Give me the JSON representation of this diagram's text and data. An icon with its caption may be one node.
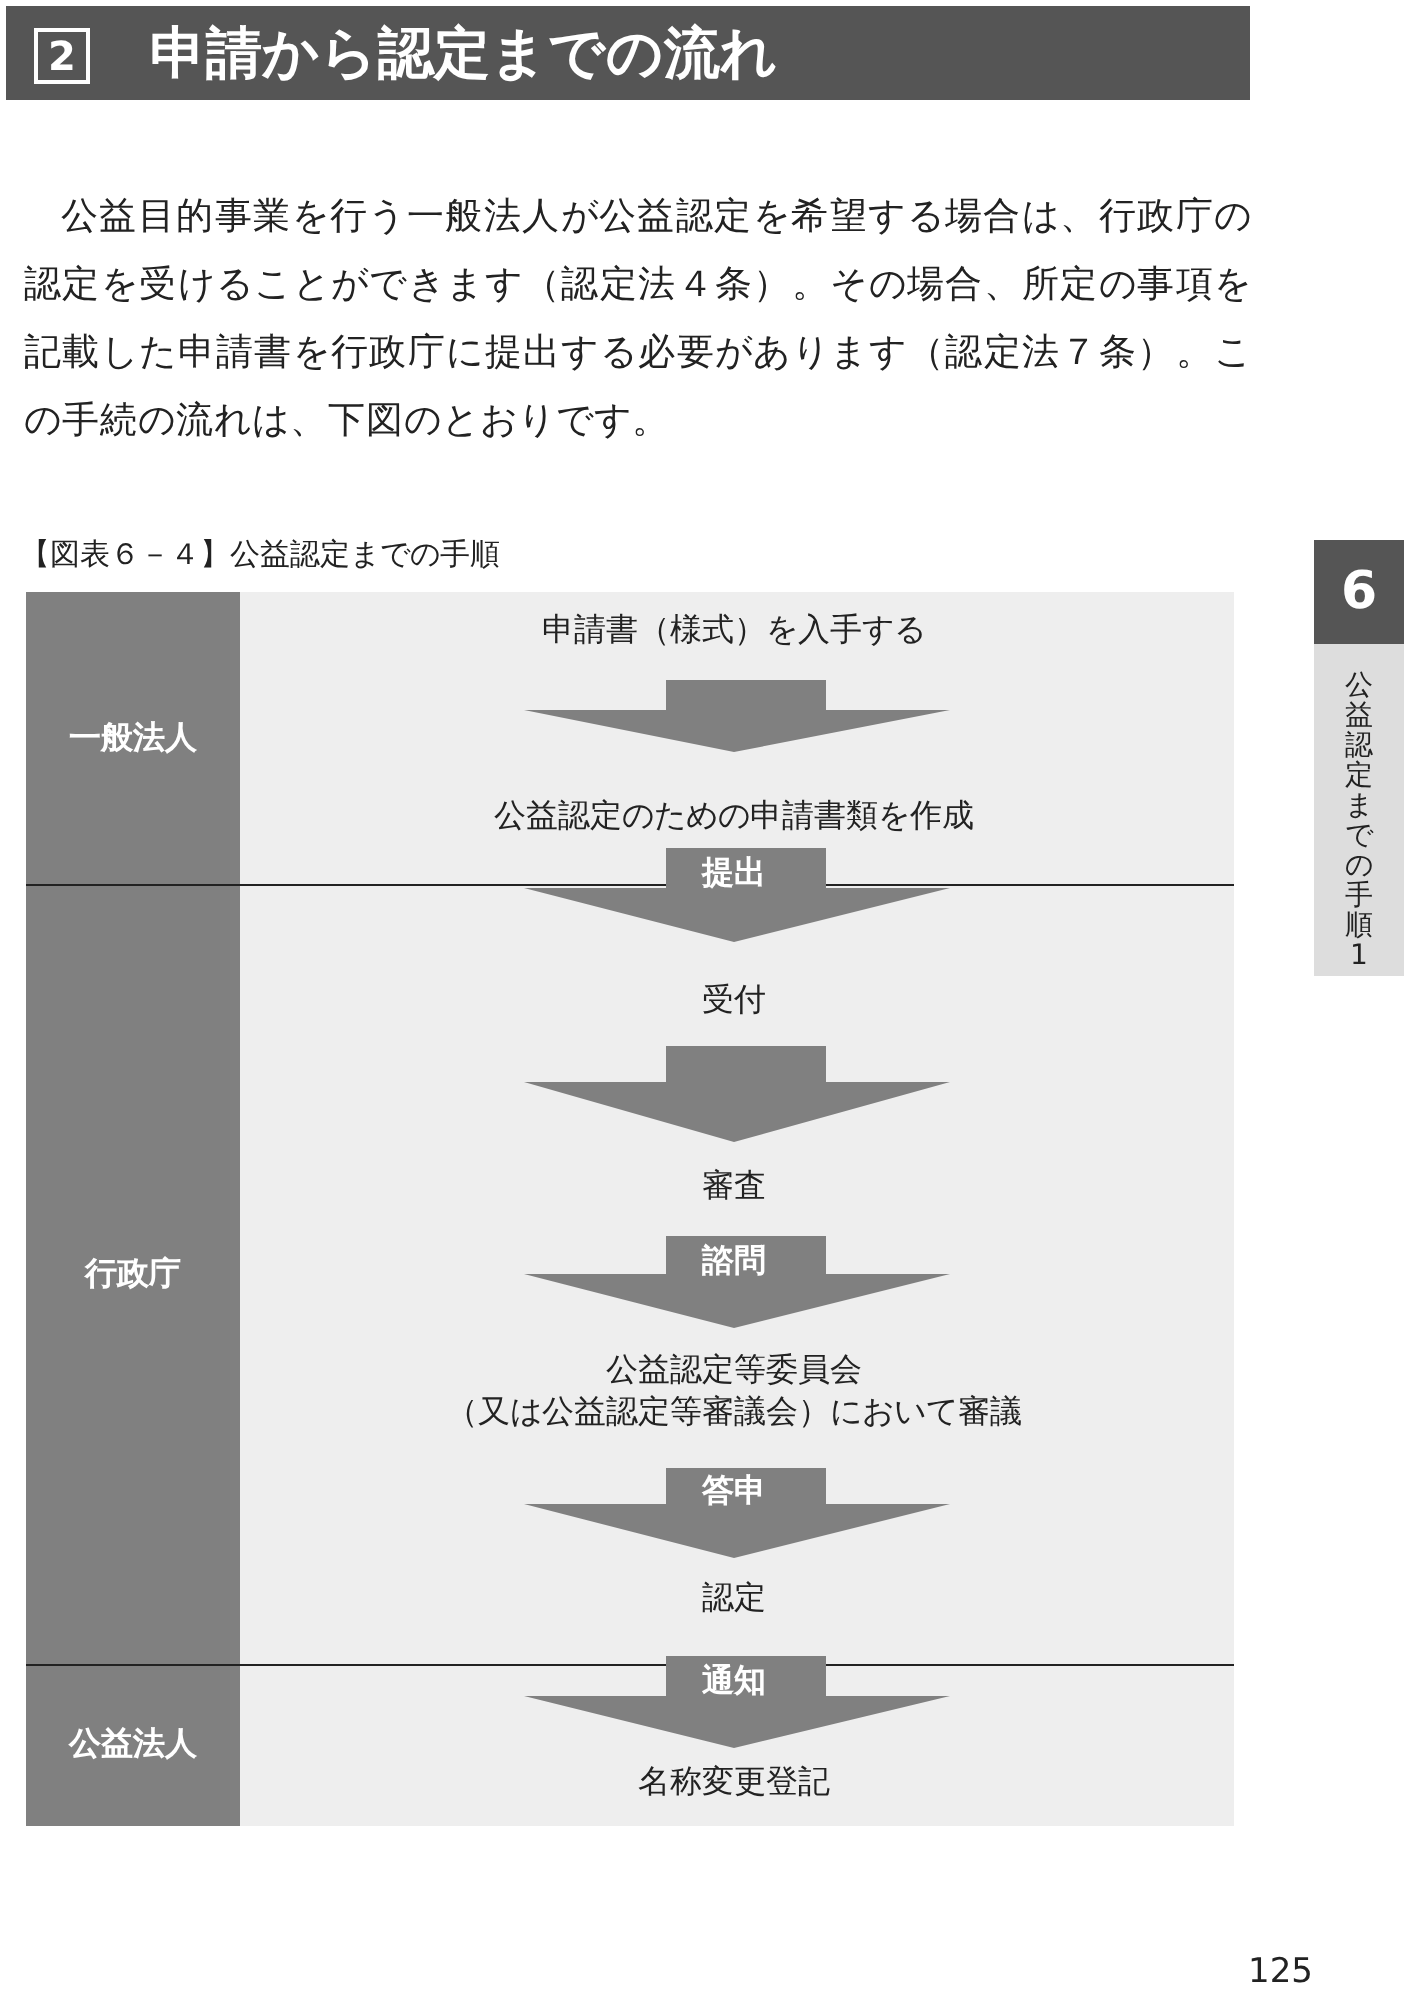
{
  "diagram": {
    "title": "申請から認定までの流れ",
    "nodes": [
      {
        "text": [
          "一般法人"
        ]
      },
      {
        "text": [
          "行政庁"
        ]
      },
      {
        "text": [
          "公益法人"
        ]
      },
      {
        "text": [
          "申請書（様式）を入手する"
        ],
        "in": 0
      },
      {
        "text": [
          "公益認定のための申請書類を作成"
        ],
        "in": 0
      },
      {
        "text": [
          "受付"
        ],
        "in": 1
      },
      {
        "text": [
          "審査"
        ],
        "in": 1
      },
      {
        "text": [
          "公益認定等委員会（又は公益認定等審議会）において審議"
        ],
        "in": 1
      },
      {
        "text": [
          "認定"
        ],
        "in": 1
      },
      {
        "text": [
          "名称変更登記"
        ],
        "in": 2
      }
    ],
    "edges": [
      {
        "from": 3,
        "to": 4,
        "arrow": "to"
      },
      {
        "from": 4,
        "to": 5,
        "arrow": "to",
        "label": "提出"
      },
      {
        "from": 5,
        "to": 6,
        "arrow": "to"
      },
      {
        "from": 6,
        "to": 7,
        "arrow": "to",
        "label": "諮問"
      },
      {
        "from": 7,
        "to": 8,
        "arrow": "to",
        "label": "答申"
      },
      {
        "from": 8,
        "to": 9,
        "arrow": "to",
        "label": "通知"
      }
    ],
    "labels": [
      "2",
      "公益目的事業を行う一般法人が公益認定を希望する場合は、行政庁の認定を受けることができます（認定法４条）。その場合、所定の事項を記載した申請書を行政庁に提出する必要があります（認定法７条）。この手続の流れは、下図のとおりです。",
      "【図表６－４】公益認定までの手順",
      "6",
      "公益認定までの手順1",
      "125"
    ]
  }
}
